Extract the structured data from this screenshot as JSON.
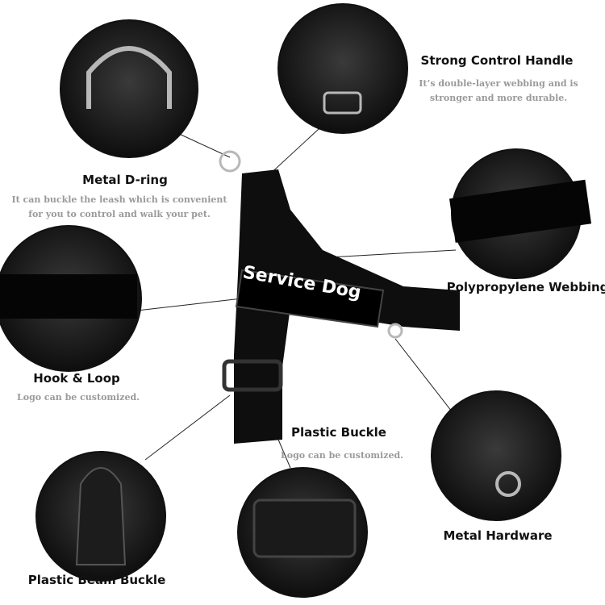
{
  "product_label": "Service Dog",
  "features": [
    {
      "title": "Metal D-ring",
      "desc1": "It can buckle the leash which is convenient",
      "desc2": "for you to control and walk your pet."
    },
    {
      "title": "Strong Control Handle",
      "desc1": "It’s double-layer webbing and is",
      "desc2": "stronger and more durable."
    },
    {
      "title": "Polypropylene Webbing"
    },
    {
      "title": "Hook & Loop",
      "desc1": "Logo can be customized."
    },
    {
      "title": "Plastic Buckle",
      "desc1": "Logo can be customized."
    },
    {
      "title": "Metal Hardware"
    },
    {
      "title": "Plastic Beam Buckle"
    }
  ],
  "colors": {
    "title": "#111111",
    "desc": "#9a9a9a",
    "webbing": "#111111",
    "metal": "#b8b8b8"
  }
}
